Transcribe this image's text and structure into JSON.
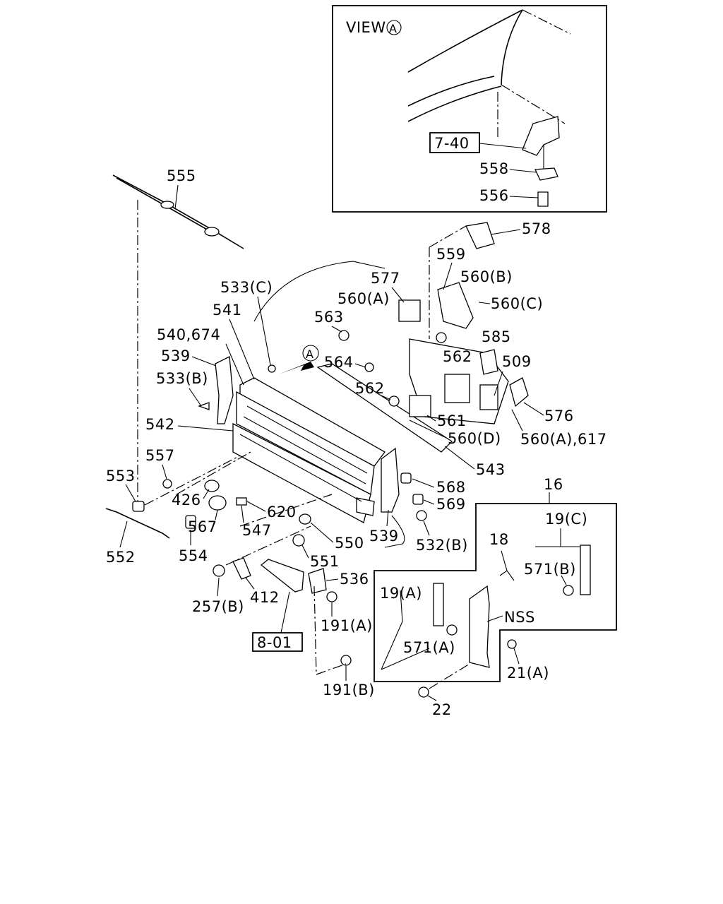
{
  "view_title": "VIEW",
  "view_marker": "A",
  "callout_marker": "A",
  "boxed_refs": [
    "7-40",
    "8-01"
  ],
  "labels": [
    {
      "id": "l555",
      "text": "555"
    },
    {
      "id": "l578",
      "text": "578"
    },
    {
      "id": "l559",
      "text": "559"
    },
    {
      "id": "l560b",
      "text": "560(B)"
    },
    {
      "id": "l560c",
      "text": "560(C)"
    },
    {
      "id": "l577",
      "text": "577"
    },
    {
      "id": "l533c",
      "text": "533(C)"
    },
    {
      "id": "l560a",
      "text": "560(A)"
    },
    {
      "id": "l541",
      "text": "541"
    },
    {
      "id": "l563",
      "text": "563"
    },
    {
      "id": "l540",
      "text": "540,674"
    },
    {
      "id": "l562a",
      "text": "562"
    },
    {
      "id": "l585",
      "text": "585"
    },
    {
      "id": "l539a",
      "text": "539"
    },
    {
      "id": "l564",
      "text": "564"
    },
    {
      "id": "l509",
      "text": "509"
    },
    {
      "id": "l533b",
      "text": "533(B)"
    },
    {
      "id": "l562b",
      "text": "562"
    },
    {
      "id": "l561",
      "text": "561"
    },
    {
      "id": "l576",
      "text": "576"
    },
    {
      "id": "l542",
      "text": "542"
    },
    {
      "id": "l560d",
      "text": "560(D)"
    },
    {
      "id": "l560a617",
      "text": "560(A),617"
    },
    {
      "id": "l557",
      "text": "557"
    },
    {
      "id": "l543",
      "text": "543"
    },
    {
      "id": "l553",
      "text": "553"
    },
    {
      "id": "l568",
      "text": "568"
    },
    {
      "id": "l16",
      "text": "16"
    },
    {
      "id": "l426",
      "text": "426"
    },
    {
      "id": "l569",
      "text": "569"
    },
    {
      "id": "l620",
      "text": "620"
    },
    {
      "id": "l19c",
      "text": "19(C)"
    },
    {
      "id": "l567",
      "text": "567"
    },
    {
      "id": "l547",
      "text": "547"
    },
    {
      "id": "l539b",
      "text": "539"
    },
    {
      "id": "l550",
      "text": "550"
    },
    {
      "id": "l532b",
      "text": "532(B)"
    },
    {
      "id": "l18",
      "text": "18"
    },
    {
      "id": "l552",
      "text": "552"
    },
    {
      "id": "l554",
      "text": "554"
    },
    {
      "id": "l551",
      "text": "551"
    },
    {
      "id": "l571b",
      "text": "571(B)"
    },
    {
      "id": "l536",
      "text": "536"
    },
    {
      "id": "l19a",
      "text": "19(A)"
    },
    {
      "id": "l412",
      "text": "412"
    },
    {
      "id": "l257b",
      "text": "257(B)"
    },
    {
      "id": "lnss",
      "text": "NSS"
    },
    {
      "id": "l191a",
      "text": "191(A)"
    },
    {
      "id": "l571a",
      "text": "571(A)"
    },
    {
      "id": "l21a",
      "text": "21(A)"
    },
    {
      "id": "l191b",
      "text": "191(B)"
    },
    {
      "id": "l22",
      "text": "22"
    },
    {
      "id": "l558",
      "text": "558"
    },
    {
      "id": "l556",
      "text": "556"
    }
  ]
}
